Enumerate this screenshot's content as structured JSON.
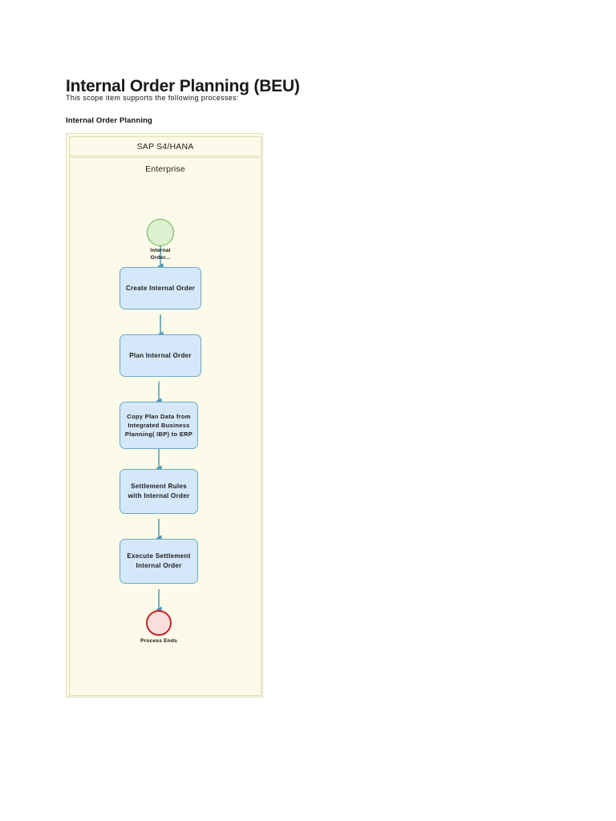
{
  "document": {
    "title": "Internal Order Planning (BEU)",
    "subtitle": "This scope item supports the following processes:",
    "section_title": "Internal Order Planning"
  },
  "colors": {
    "pool_fill": "#fcfbe9",
    "pool_border": "#e3d9b4",
    "task_fill": "#d5e8f9",
    "task_border": "#6ba8c6",
    "connector": "#4d96b5",
    "start_fill": "#ddf0cf",
    "start_border": "#6ead54",
    "end_fill": "#fbdede",
    "end_border": "#c6252a",
    "page_background": "#ffffff"
  },
  "diagram": {
    "type": "bpmn-flowchart",
    "pool_label": "SAP S4/HANA",
    "lane_label": "Enterprise",
    "orientation": "vertical",
    "start_event": {
      "name": "start-event",
      "label": "Internal\nOrder...",
      "shape": "circle"
    },
    "end_event": {
      "name": "end-event",
      "label": "Process Ends",
      "shape": "circle"
    },
    "tasks": [
      {
        "id": "task-1",
        "label": "Create Internal Order"
      },
      {
        "id": "task-2",
        "label": "Plan Internal Order"
      },
      {
        "id": "task-3",
        "label": "Copy Plan Data from Integrated Business Planning( IBP) to ERP"
      },
      {
        "id": "task-4",
        "label": "Settlement Rules with Internal Order"
      },
      {
        "id": "task-5",
        "label": "Execute Settlement Internal Order"
      }
    ],
    "connectors": [
      {
        "from": "start-event",
        "to": "task-1"
      },
      {
        "from": "task-1",
        "to": "task-2"
      },
      {
        "from": "task-2",
        "to": "task-3"
      },
      {
        "from": "task-3",
        "to": "task-4"
      },
      {
        "from": "task-4",
        "to": "task-5"
      },
      {
        "from": "task-5",
        "to": "end-event"
      }
    ]
  }
}
